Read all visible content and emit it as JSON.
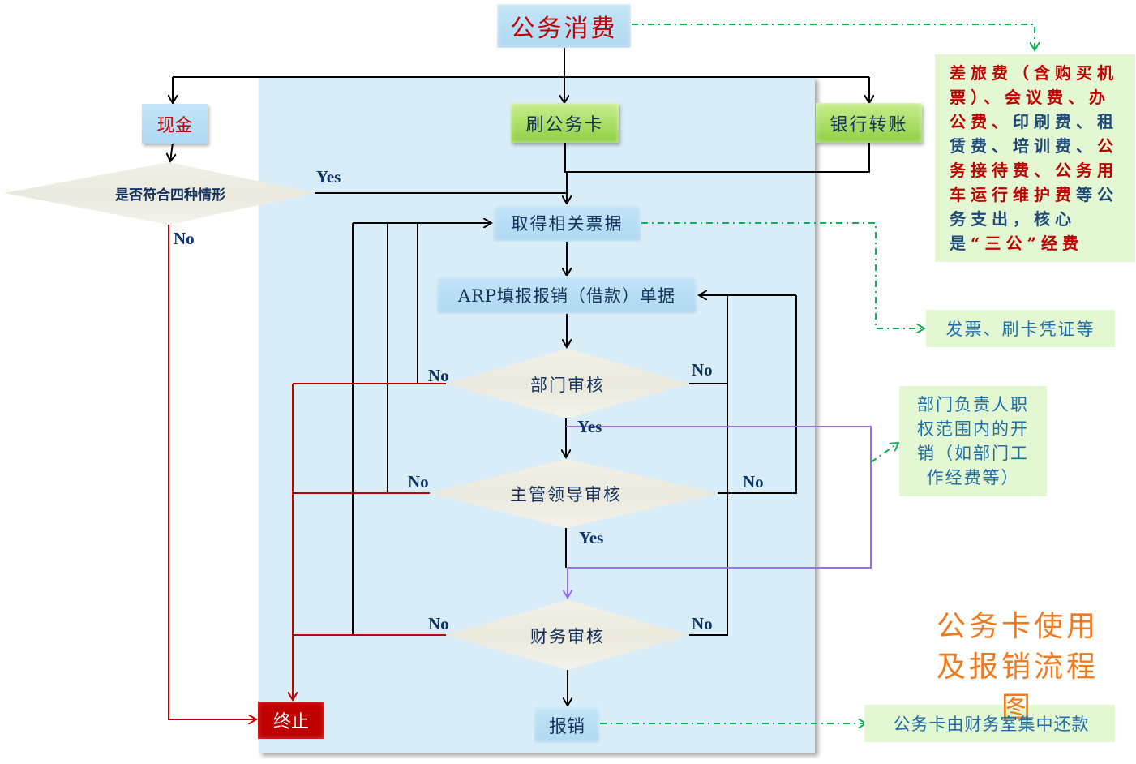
{
  "title": "公务卡使用及报销流程图",
  "nodes": {
    "start": "公务消费",
    "cash": "现金",
    "card": "刷公务卡",
    "transfer": "银行转账",
    "four_cases": "是否符合四种情形",
    "get_receipts": "取得相关票据",
    "arp_form": "ARP填报报销（借款）单据",
    "dept_review": "部门审核",
    "leader_review": "主管领导审核",
    "finance_review": "财务审核",
    "reimburse": "报销",
    "terminate": "终止"
  },
  "labels": {
    "yes": "Yes",
    "no": "No"
  },
  "notes": {
    "expense_types": [
      {
        "text": "差旅费（含购买机票）、会议费、办",
        "color": "red"
      },
      {
        "text": "公费、",
        "color": "red"
      },
      {
        "text": "印刷费、租赁费、培训费、",
        "color": "blue"
      },
      {
        "text": "公务接待费、公务用车运行维护费",
        "color": "red"
      },
      {
        "text": "等公务支出，核心是",
        "color": "blue"
      },
      {
        "text": "“三公”经费",
        "color": "red"
      }
    ],
    "receipts": "发票、刷卡凭证等",
    "dept_scope": "部门负责人职权范围内的开销（如部门工作经费等）",
    "repayment": "公务卡由财务室集中还款"
  },
  "colors": {
    "panel": "#d9edf9",
    "flow_line": "#000000",
    "reject_line": "#c00000",
    "bypass_line": "#9a6df0",
    "note_line": "#10b050",
    "title": "#f07a20"
  }
}
